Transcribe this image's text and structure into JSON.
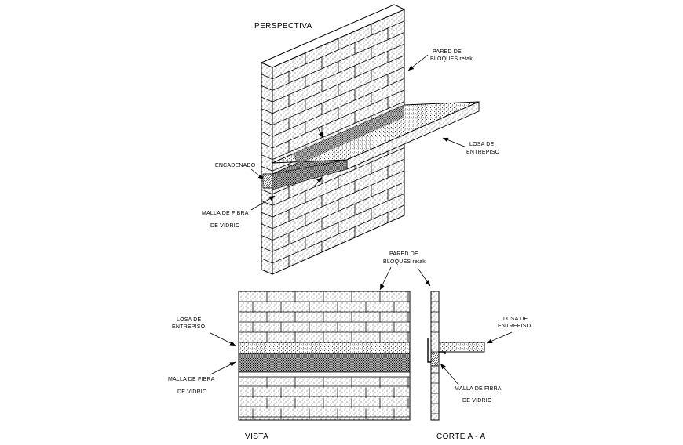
{
  "titles": {
    "perspective": "PERSPECTIVA",
    "view": "VISTA",
    "section": "CORTE A - A"
  },
  "labels": {
    "p_wall_1": "PARED DE",
    "p_wall_2": "BLOQUES retak",
    "p_slab_1": "LOSA DE",
    "p_slab_2": "ENTREPISO",
    "p_beam": "ENCADENADO",
    "p_mesh_1": "MALLA DE FIBRA",
    "p_mesh_2": "DE VIDRIO",
    "v_wall_1": "PARED DE",
    "v_wall_2": "BLOQUES retak",
    "v_slab_1": "LOSA DE",
    "v_slab_2": "ENTREPISO",
    "v_mesh_1": "MALLA DE FIBRA",
    "v_mesh_2": "DE VIDRIO",
    "s_slab_1": "LOSA DE",
    "s_slab_2": "ENTREPISO",
    "s_mesh_1": "MALLA DE FIBRA",
    "s_mesh_2": "DE VIDRIO"
  }
}
